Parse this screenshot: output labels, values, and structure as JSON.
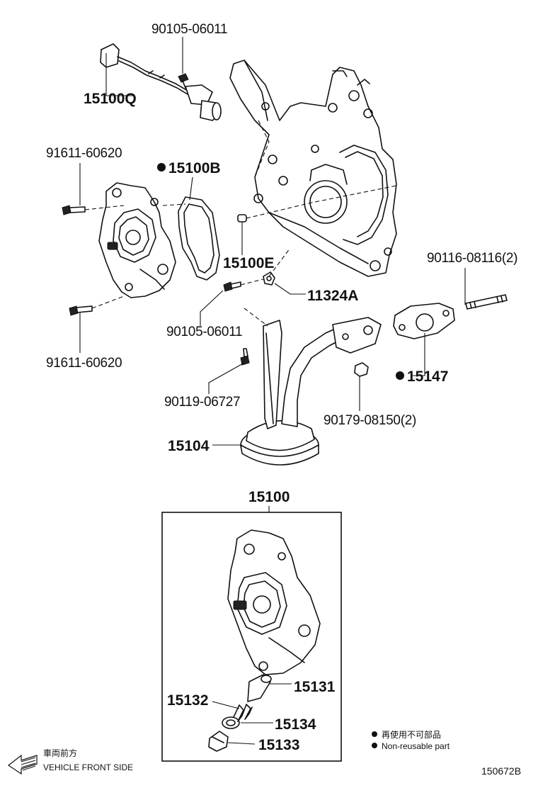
{
  "labels": {
    "bolt_sensor_top": "90105-06011",
    "sensor": "15100Q",
    "bolt_pump_top": "91611-60620",
    "gasket": "15100B",
    "pin": "15100E",
    "clip": "11324A",
    "stud": "90116-08116(2)",
    "bolt_mid": "90105-06011",
    "bolt_pump_bottom": "91611-60620",
    "gasket_oval": "15147",
    "bolt_strainer": "90119-06727",
    "nut": "90179-08150(2)",
    "strainer": "15104",
    "assembly": "15100",
    "valve": "15131",
    "spring": "15132",
    "washer": "15134",
    "plug": "15133"
  },
  "legend": {
    "jp": "再使用不可部品",
    "en": "Non-reusable part"
  },
  "direction": {
    "jp": "車両前方",
    "en": "VEHICLE FRONT SIDE"
  },
  "diagram_id": "150672B"
}
